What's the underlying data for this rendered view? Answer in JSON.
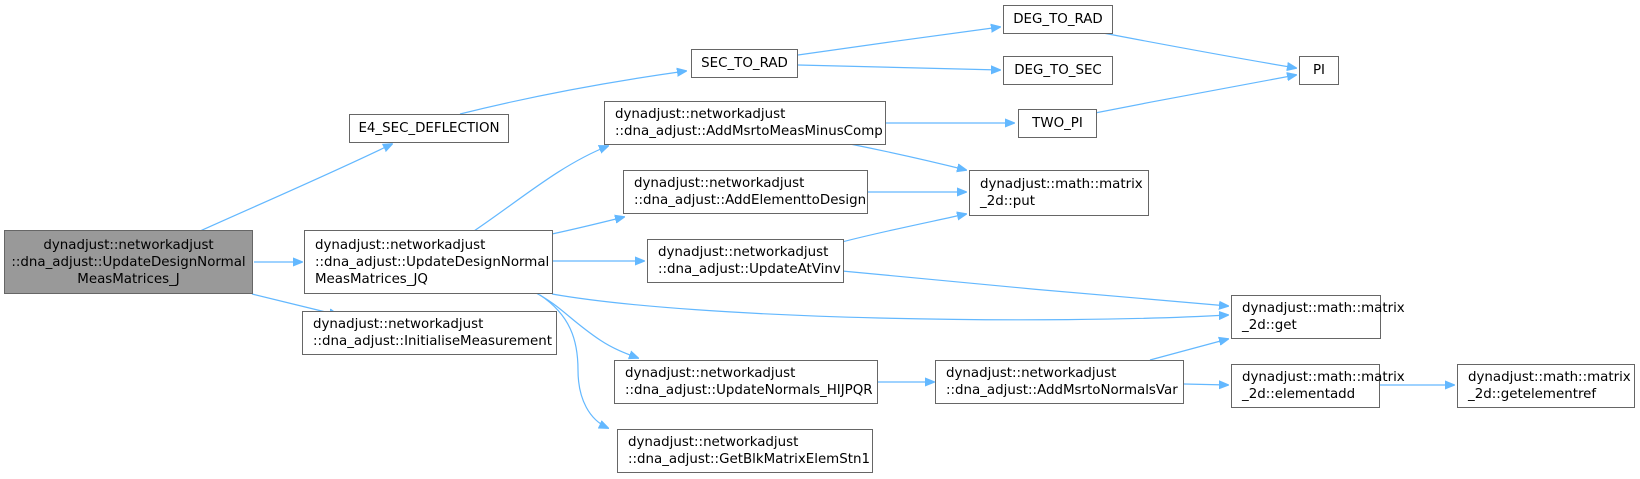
{
  "colors": {
    "edge": "#63b8ff",
    "node_border": "#666666",
    "root_fill": "#999999"
  },
  "nodes": {
    "root": "dynadjust::networkadjust\n::dna_adjust::UpdateDesignNormal\nMeasMatrices_J",
    "e4": "E4_SEC_DEFLECTION",
    "sec_to_rad": "SEC_TO_RAD",
    "deg_to_rad": "DEG_TO_RAD",
    "deg_to_sec": "DEG_TO_SEC",
    "pi": "PI",
    "two_pi": "TWO_PI",
    "jq": "dynadjust::networkadjust\n::dna_adjust::UpdateDesignNormal\nMeasMatrices_JQ",
    "init_meas": "dynadjust::networkadjust\n::dna_adjust::InitialiseMeasurement",
    "add_msr_meas": "dynadjust::networkadjust\n::dna_adjust::AddMsrtoMeasMinusComp",
    "add_elem_design": "dynadjust::networkadjust\n::dna_adjust::AddElementtoDesign",
    "update_atvinv": "dynadjust::networkadjust\n::dna_adjust::UpdateAtVinv",
    "update_normals": "dynadjust::networkadjust\n::dna_adjust::UpdateNormals_HIJPQR",
    "get_blk": "dynadjust::networkadjust\n::dna_adjust::GetBlkMatrixElemStn1",
    "put": "dynadjust::math::matrix\n_2d::put",
    "get": "dynadjust::math::matrix\n_2d::get",
    "add_msr_normals": "dynadjust::networkadjust\n::dna_adjust::AddMsrtoNormalsVar",
    "elementadd": "dynadjust::math::matrix\n_2d::elementadd",
    "getelementref": "dynadjust::math::matrix\n_2d::getelementref"
  }
}
